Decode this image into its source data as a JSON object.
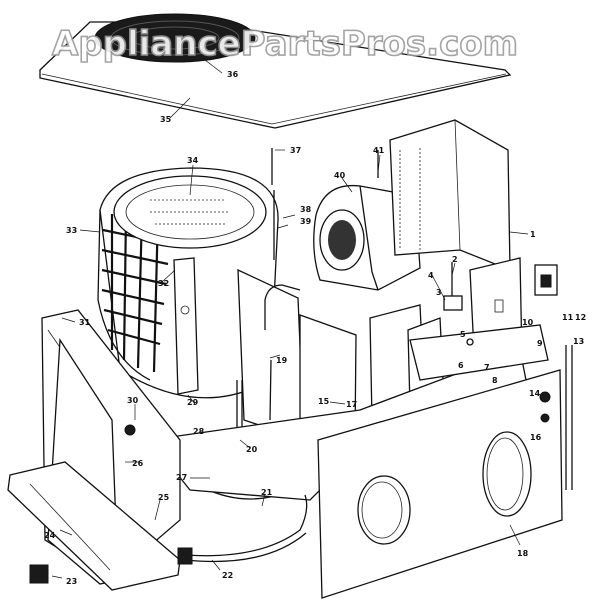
{
  "watermark": "AppliancePartsPros.com",
  "part_numbers": [
    "1",
    "2",
    "3",
    "4",
    "5",
    "6",
    "7",
    "8",
    "9",
    "10",
    "11",
    "12",
    "13",
    "14",
    "15",
    "16",
    "17",
    "18",
    "19",
    "20",
    "21",
    "22",
    "23",
    "24",
    "25",
    "26",
    "27",
    "28",
    "29",
    "30",
    "31",
    "32",
    "33",
    "34",
    "35",
    "36",
    "37",
    "38",
    "39",
    "40",
    "41"
  ]
}
